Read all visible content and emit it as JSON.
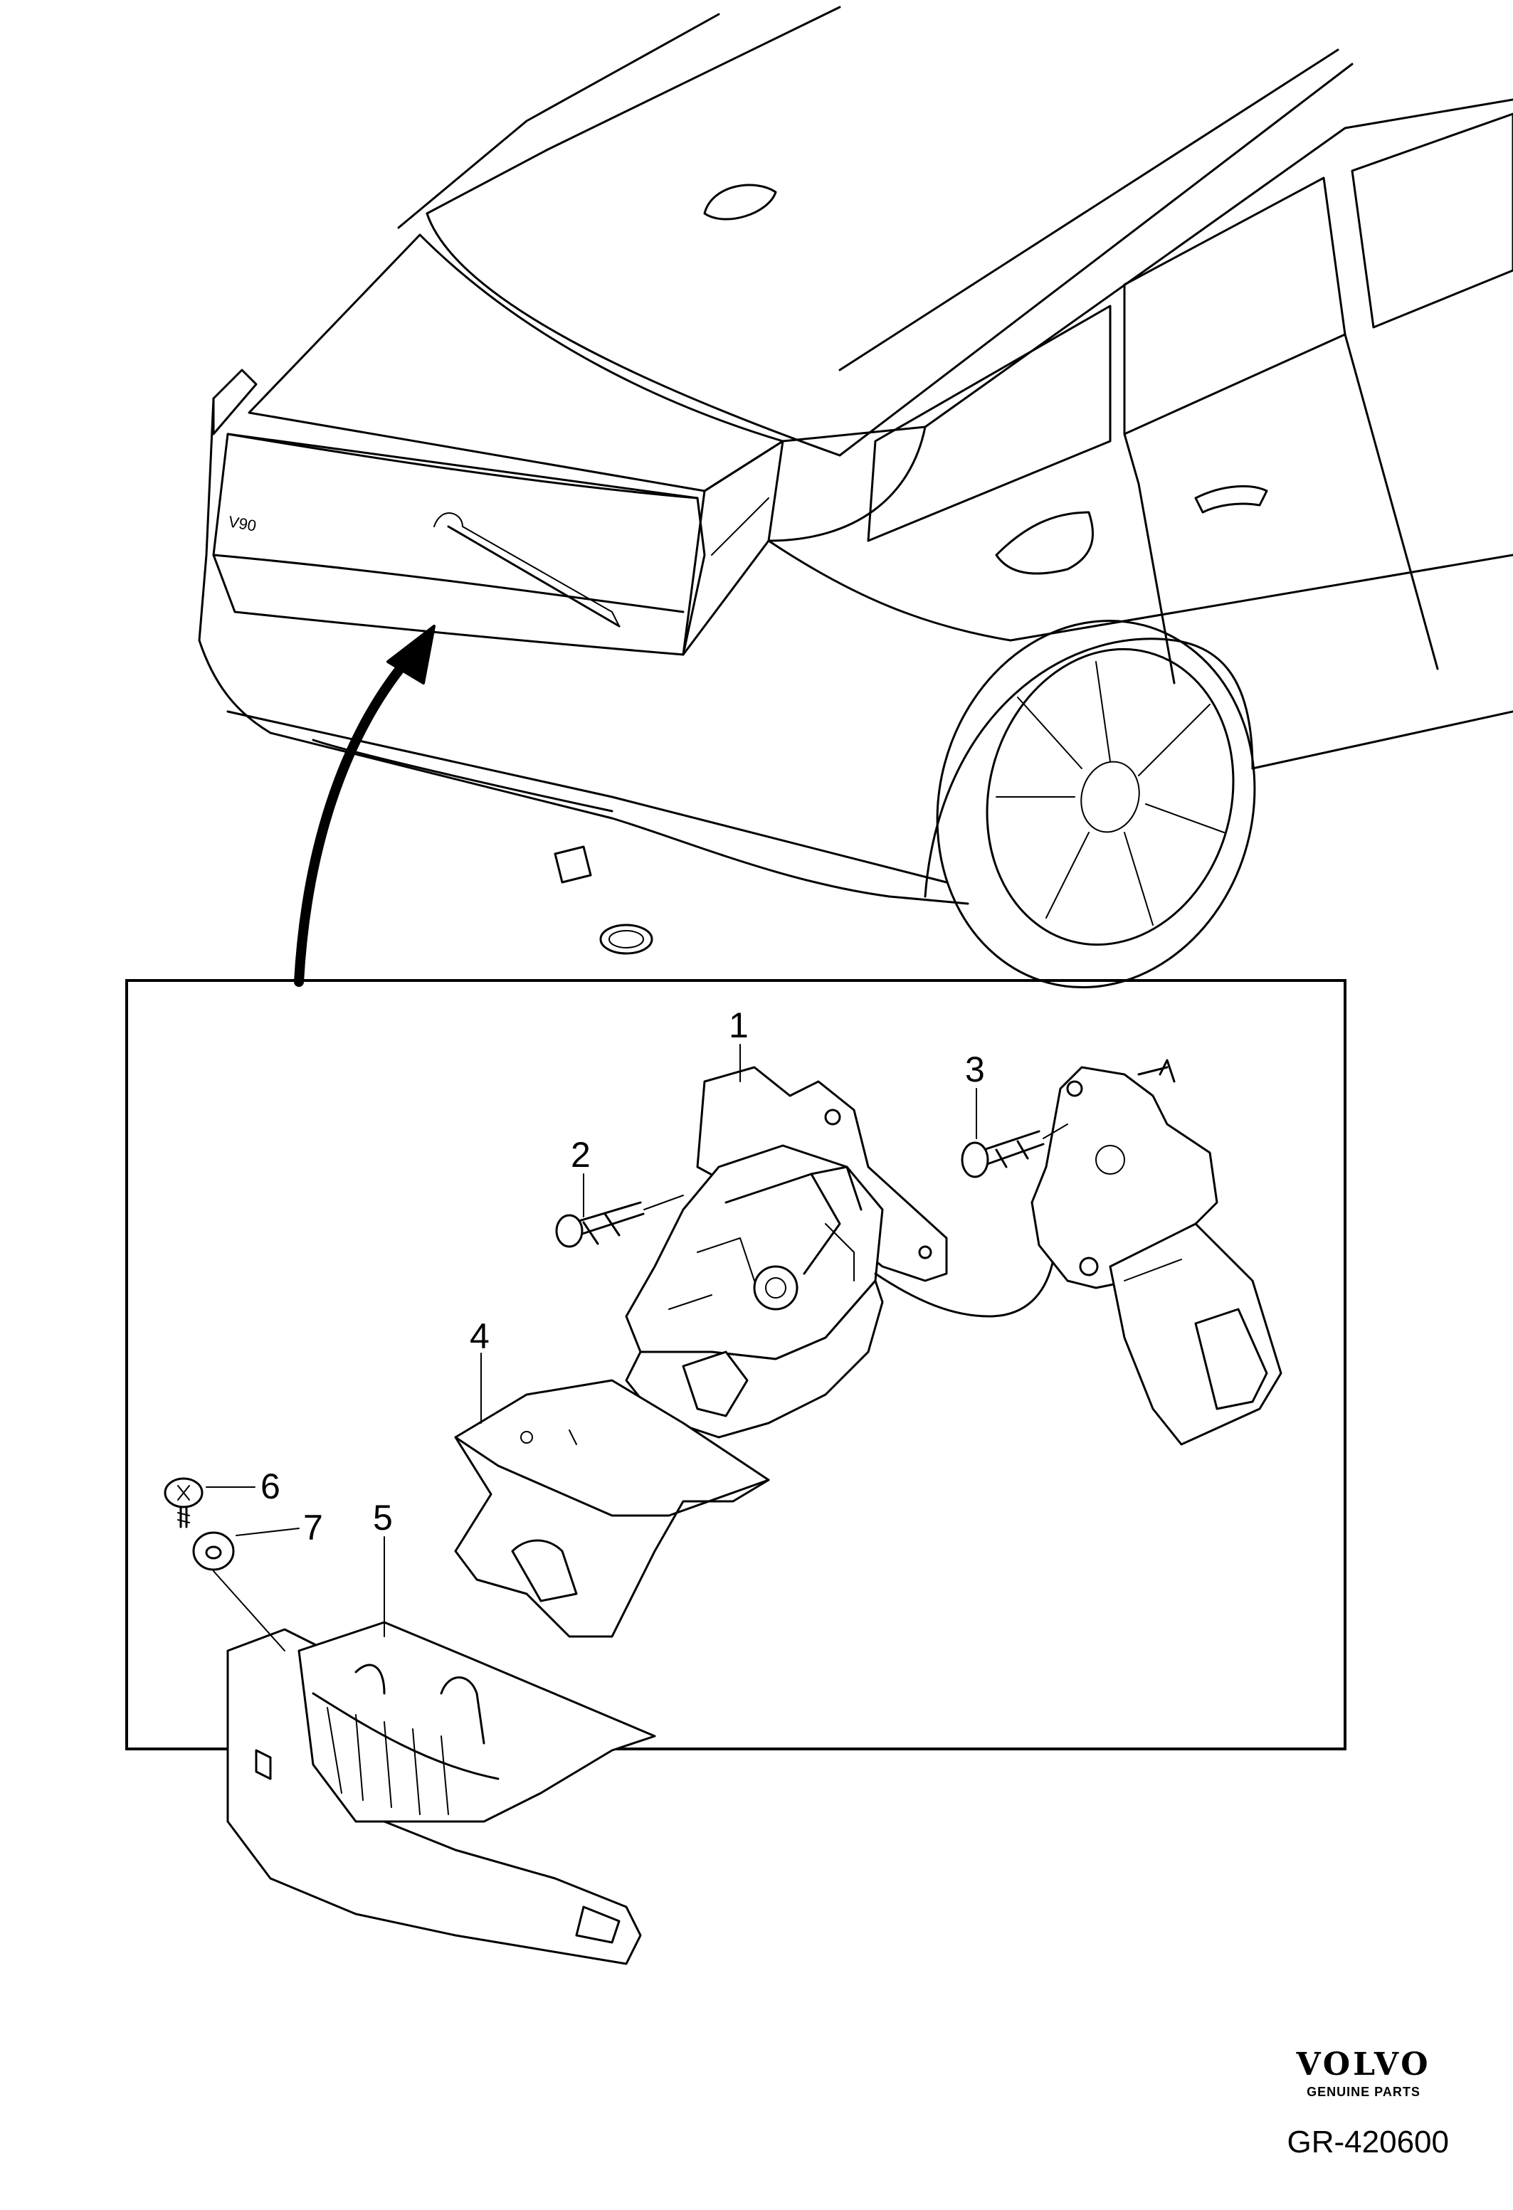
{
  "callouts": [
    {
      "id": "1",
      "label": "1"
    },
    {
      "id": "2",
      "label": "2"
    },
    {
      "id": "3",
      "label": "3"
    },
    {
      "id": "4",
      "label": "4"
    },
    {
      "id": "5",
      "label": "5"
    },
    {
      "id": "6",
      "label": "6"
    },
    {
      "id": "7",
      "label": "7"
    }
  ],
  "brand": {
    "logo_text": "VOLVO",
    "tagline": "GENUINE PARTS"
  },
  "reference_code": "GR-420600",
  "vehicle_badge": "V90"
}
